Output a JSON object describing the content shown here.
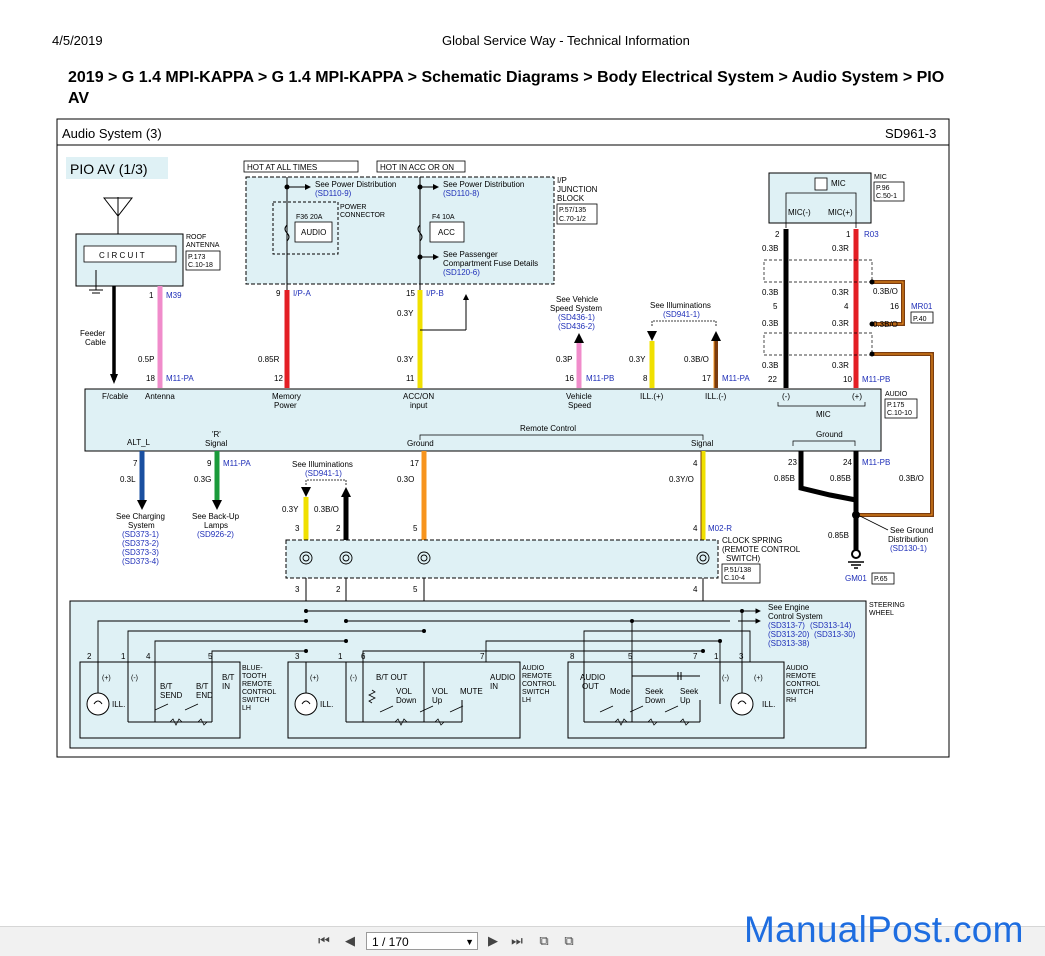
{
  "header": {
    "date": "4/5/2019",
    "site": "Global Service Way - Technical Information"
  },
  "breadcrumb": "2019 > G 1.4 MPI-KAPPA > G 1.4 MPI-KAPPA > Schematic Diagrams > Body Electrical System > Audio System > PIO AV",
  "sheet": {
    "title": "Audio System (3)",
    "code": "SD961-3",
    "subtitle": "PIO AV (1/3)"
  },
  "labels": {
    "hot_all": "HOT AT ALL TIMES",
    "hot_acc": "HOT IN ACC OR ON",
    "see_power1": "See Power Distribution",
    "sd110_9": "(SD110-9)",
    "see_power2": "See Power Distribution",
    "sd110_8": "(SD110-8)",
    "power_connector_1": "POWER",
    "power_connector_2": "CONNECTOR",
    "fuse1_name": "F36 20A",
    "fuse1_label": "AUDIO",
    "fuse2_name": "F4 10A",
    "fuse2_label": "ACC",
    "see_pass_1": "See Passenger",
    "see_pass_2": "Compartment Fuse Details",
    "sd120_6": "(SD120-6)",
    "ip_jb_1": "I/P",
    "ip_jb_2": "JUNCTION",
    "ip_jb_3": "BLOCK",
    "ip_jb_ref1": "P.57/135",
    "ip_jb_ref2": "C.70-1/2",
    "roof_ant_1": "ROOF",
    "roof_ant_2": "ANTENNA",
    "roof_ref1": "P.173",
    "roof_ref2": "C.10-18",
    "circuit": "C I R C U I T",
    "feeder_1": "Feeder",
    "feeder_2": "Cable",
    "mic_title": "MIC",
    "mic_ref1": "P.96",
    "mic_ref2": "C.50-1",
    "mic_inner": "MIC",
    "mic_minus": "MIC(-)",
    "mic_plus": "MIC(+)",
    "vss_1": "See Vehicle",
    "vss_2": "Speed System",
    "vss_ref1": "(SD436-1)",
    "vss_ref2": "(SD436-2)",
    "illum_top": "See Illuminations",
    "illum_top_ref": "(SD941-1)",
    "mr01": "MR01",
    "mr01_ref": "P.40",
    "audio_unit": "AUDIO",
    "audio_ref1": "P.175",
    "audio_ref2": "C.10-10",
    "pin_fcable": "F/cable",
    "pin_antenna": "Antenna",
    "pin_mem_1": "Memory",
    "pin_mem_2": "Power",
    "pin_acc_1": "ACC/ON",
    "pin_acc_2": "input",
    "pin_vs_1": "Vehicle",
    "pin_vs_2": "Speed",
    "pin_ill_p": "ILL.(+)",
    "pin_ill_m": "ILL.(-)",
    "pin_mic_m": "(-)",
    "pin_mic_p": "(+)",
    "pin_mic": "MIC",
    "pin_alt": "ALT_L",
    "pin_r_1": "'R'",
    "pin_r_2": "Signal",
    "remote_control": "Remote Control",
    "pin_ground": "Ground",
    "pin_signal": "Signal",
    "pin_ground2": "Ground",
    "see_charging_1": "See Charging",
    "see_charging_2": "System",
    "charging_refs": [
      "(SD373-1)",
      "(SD373-2)",
      "(SD373-3)",
      "(SD373-4)"
    ],
    "see_backup_1": "See Back-Up",
    "see_backup_2": "Lamps",
    "sd926_2": "(SD926-2)",
    "illum_mid": "See Illuminations",
    "illum_mid_ref": "(SD941-1)",
    "see_ground_1": "See Ground",
    "see_ground_2": "Distribution",
    "sd130_1": "(SD130-1)",
    "gm01": "GM01",
    "gm01_ref": "P.65",
    "clock_1": "CLOCK SPRING",
    "clock_2": "(REMOTE CONTROL",
    "clock_3": "SWITCH)",
    "clock_ref1": "P.51/138",
    "clock_ref2": "C.10-4",
    "see_engine_1": "See Engine",
    "see_engine_2": "Control System",
    "engine_refs": [
      "(SD313-7)",
      "(SD313-14)",
      "(SD313-20)",
      "(SD313-30)",
      "(SD313-38)"
    ],
    "steering_1": "STEERING",
    "steering_2": "WHEEL",
    "bt_1": "BLUE-",
    "bt_2": "TOOTH",
    "bt_3": "REMOTE",
    "bt_4": "CONTROL",
    "bt_5": "SWITCH",
    "bt_6": "LH",
    "arl_1": "AUDIO",
    "arl_2": "REMOTE",
    "arl_3": "CONTROL",
    "arl_4": "SWITCH",
    "arl_5": "LH",
    "arr_1": "AUDIO",
    "arr_2": "REMOTE",
    "arr_3": "CONTROL",
    "arr_4": "SWITCH",
    "arr_5": "RH",
    "sw_ill": "ILL.",
    "sw_plus": "(+)",
    "sw_minus": "(-)",
    "bt_send_1": "B/T",
    "bt_send_2": "SEND",
    "bt_end_1": "B/T",
    "bt_end_2": "END",
    "bt_in_1": "B/T",
    "bt_in_2": "IN",
    "bt_out": "B/T OUT",
    "vol_down_1": "VOL",
    "vol_down_2": "Down",
    "vol_up_1": "VOL",
    "vol_up_2": "Up",
    "mute": "MUTE",
    "audio_in_1": "AUDIO",
    "audio_in_2": "IN",
    "audio_out_1": "AUDIO",
    "audio_out_2": "OUT",
    "mode": "Mode",
    "seek_down_1": "Seek",
    "seek_down_2": "Down",
    "seek_up_1": "Seek",
    "seek_up_2": "Up"
  },
  "wires": {
    "w_ant": {
      "pin_top": "1",
      "conn_top": "M39",
      "gauge": "0.5P",
      "pin_bot": "18",
      "conn_bot": "M11-PA"
    },
    "w_fc": {
      "pin_bot": ""
    },
    "w_mem": {
      "pin_top": "9",
      "conn_top": "I/P-A",
      "gauge": "0.85R",
      "pin_bot": "12"
    },
    "w_acc": {
      "pin_top": "15",
      "conn_top": "I/P-B",
      "gauge1": "0.3Y",
      "gauge2": "0.3Y",
      "pin_bot": "11"
    },
    "w_vs": {
      "gauge": "0.3P",
      "pin_bot": "16",
      "conn_bot": "M11-PB"
    },
    "w_illp": {
      "gauge": "0.3Y",
      "pin_bot": "8"
    },
    "w_illm": {
      "gauge": "0.3B/O",
      "pin_bot": "17",
      "conn_bot": "M11-PA"
    },
    "w_micm": {
      "pin_top": "2",
      "g1": "0.3B",
      "pin_mid1": "5",
      "g2": "0.3B",
      "g3": "0.3B",
      "g4": "0.3B",
      "pin_bot": "22"
    },
    "w_micp": {
      "pin_top": "1",
      "conn_top": "R03",
      "g1": "0.3R",
      "pin_mid1": "4",
      "g2": "0.3R",
      "g3": "0.3R",
      "g4": "0.3R",
      "pin_bot": "10",
      "conn_bot": "M11-PB"
    },
    "w_shield": {
      "g1": "0.3B/O",
      "pin": "16",
      "g2": "0.3B/O",
      "g3": "0.3B/O"
    },
    "w_alt": {
      "pin": "7",
      "gauge": "0.3L"
    },
    "w_rsig": {
      "pin": "9",
      "conn": "M11-PA",
      "gauge": "0.3G"
    },
    "w_gnd17": {
      "pin": "17",
      "gauge": "0.3O",
      "pin_cs": "5",
      "pin_cs2": "5"
    },
    "w_sig4": {
      "pin": "4",
      "gauge": "0.3Y/O",
      "pin_cs": "4",
      "conn_cs": "M02-R",
      "pin_cs2": "4"
    },
    "w_g23": {
      "pin": "23",
      "gauge": "0.85B"
    },
    "w_g24": {
      "pin": "24",
      "conn": "M11-PB",
      "gauge": "0.85B",
      "gauge_bot": "0.85B"
    },
    "w_cs3": {
      "gauge": "0.3Y",
      "pin": "3",
      "pin2": "3"
    },
    "w_cs2": {
      "gauge": "0.3B/O",
      "pin": "2",
      "pin2": "2"
    },
    "sw_pins": {
      "bt": [
        "2",
        "1",
        "4",
        "5"
      ],
      "arl": [
        "3",
        "1",
        "6",
        "7"
      ],
      "arr": [
        "8",
        "5",
        "7",
        "1",
        "3"
      ]
    }
  },
  "toolbar": {
    "page_value": "1 / 170"
  },
  "watermark": "ManualPost.com",
  "colors": {
    "panel": "#dff1f5",
    "red": "#e31e24",
    "pink": "#f08ccb",
    "yellow": "#f0e000",
    "orange": "#f7941d",
    "blue": "#1a4fa0",
    "green": "#1a9a3a",
    "brown": "#7a3c10",
    "link": "#1f2fb8"
  }
}
